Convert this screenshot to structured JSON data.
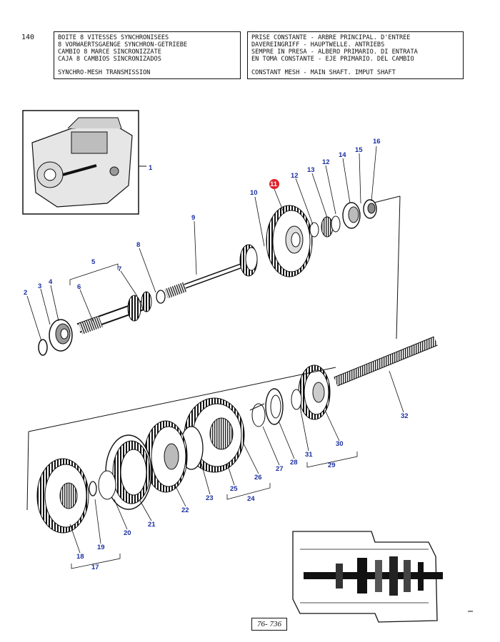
{
  "page_number": "140",
  "title_left": [
    "BOITE 8 VITESSES SYNCHRONISEES",
    "8 VORWAERTSGAENGE SYNCHRON-GETRIEBE",
    "CAMBIO 8 MARCE SINCRONIZZATE",
    "CAJA 8 CAMBIOS SINCRONIZADOS",
    "SYNCHRO-MESH TRANSMISSION"
  ],
  "title_right": [
    "PRISE CONSTANTE - ARBRE PRINCIPAL. D'ENTREE",
    "DAVEREINGRIFF - HAUPTWELLE. ANTRIEBS",
    "SEMPRE IN PRESA - ALBERO PRIMARIO. DI ENTRATA",
    "EN TOMA CONSTANTE - EJE PRIMARIO. DEL CAMBIO",
    "CONSTANT MESH - MAIN SHAFT. IMPUT SHAFT"
  ],
  "reference_code": "76- 736",
  "highlighted_part": "11",
  "callouts": [
    "1",
    "2",
    "3",
    "4",
    "5",
    "6",
    "7",
    "8",
    "9",
    "10",
    "11",
    "12",
    "13",
    "12",
    "14",
    "15",
    "16",
    "17",
    "18",
    "19",
    "20",
    "21",
    "22",
    "23",
    "24",
    "25",
    "26",
    "27",
    "28",
    "29",
    "30",
    "31",
    "32"
  ],
  "colors": {
    "callout_text": "#1a2fa0",
    "highlight": "#e0202a",
    "line": "#111111"
  }
}
